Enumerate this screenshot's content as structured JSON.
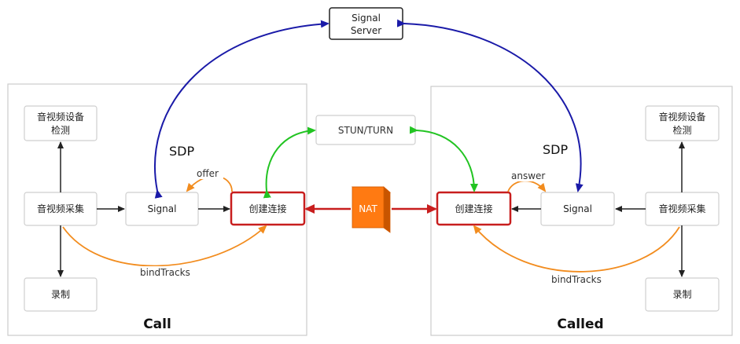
{
  "signal_server": {
    "line1": "Signal",
    "line2": "Server"
  },
  "stun_turn": "STUN/TURN",
  "nat": "NAT",
  "call": {
    "title": "Call",
    "device_check": {
      "line1": "音视频设备",
      "line2": "检测"
    },
    "capture": "音视频采集",
    "record": "录制",
    "signal": "Signal",
    "create_conn": "创建连接",
    "sdp": "SDP",
    "offer": "offer",
    "bind_tracks": "bindTracks"
  },
  "called": {
    "title": "Called",
    "device_check": {
      "line1": "音视频设备",
      "line2": "检测"
    },
    "capture": "音视频采集",
    "record": "录制",
    "signal": "Signal",
    "create_conn": "创建连接",
    "sdp": "SDP",
    "answer": "answer",
    "bind_tracks": "bindTracks"
  },
  "colors": {
    "blue_arrow": "#1a1aa8",
    "green_arrow": "#22c422",
    "red_arrow": "#c81e1e",
    "orange_arrow": "#f28c1e",
    "nat_fill": "#ff7a12",
    "node_border": "#cfcfcf",
    "panel_border": "#cccccc"
  }
}
